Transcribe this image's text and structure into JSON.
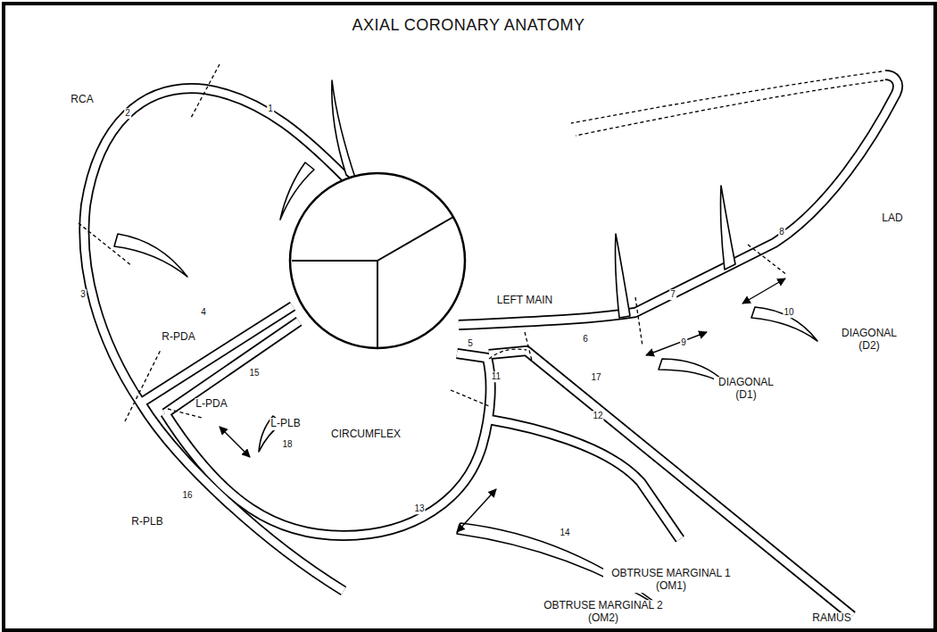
{
  "diagram": {
    "title": "AXIAL CORONARY ANATOMY",
    "labels": [
      "RCA",
      "1",
      "2",
      "3",
      "4",
      "R-PDA",
      "LEFT MAIN",
      "5",
      "6",
      "7",
      "8",
      "LAD",
      "9",
      "DIAGONAL (D1)",
      "10",
      "DIAGONAL (D2)",
      "11",
      "CIRCUMFLEX",
      "12",
      "17",
      "OBTRUSE MARGINAL 1 (OM1)",
      "13",
      "14",
      "OBTRUSE MARGINAL 2 (OM2)",
      "RAMUS",
      "15",
      "L-PDA",
      "L-PLB",
      "18",
      "16",
      "R-PLB"
    ]
  }
}
